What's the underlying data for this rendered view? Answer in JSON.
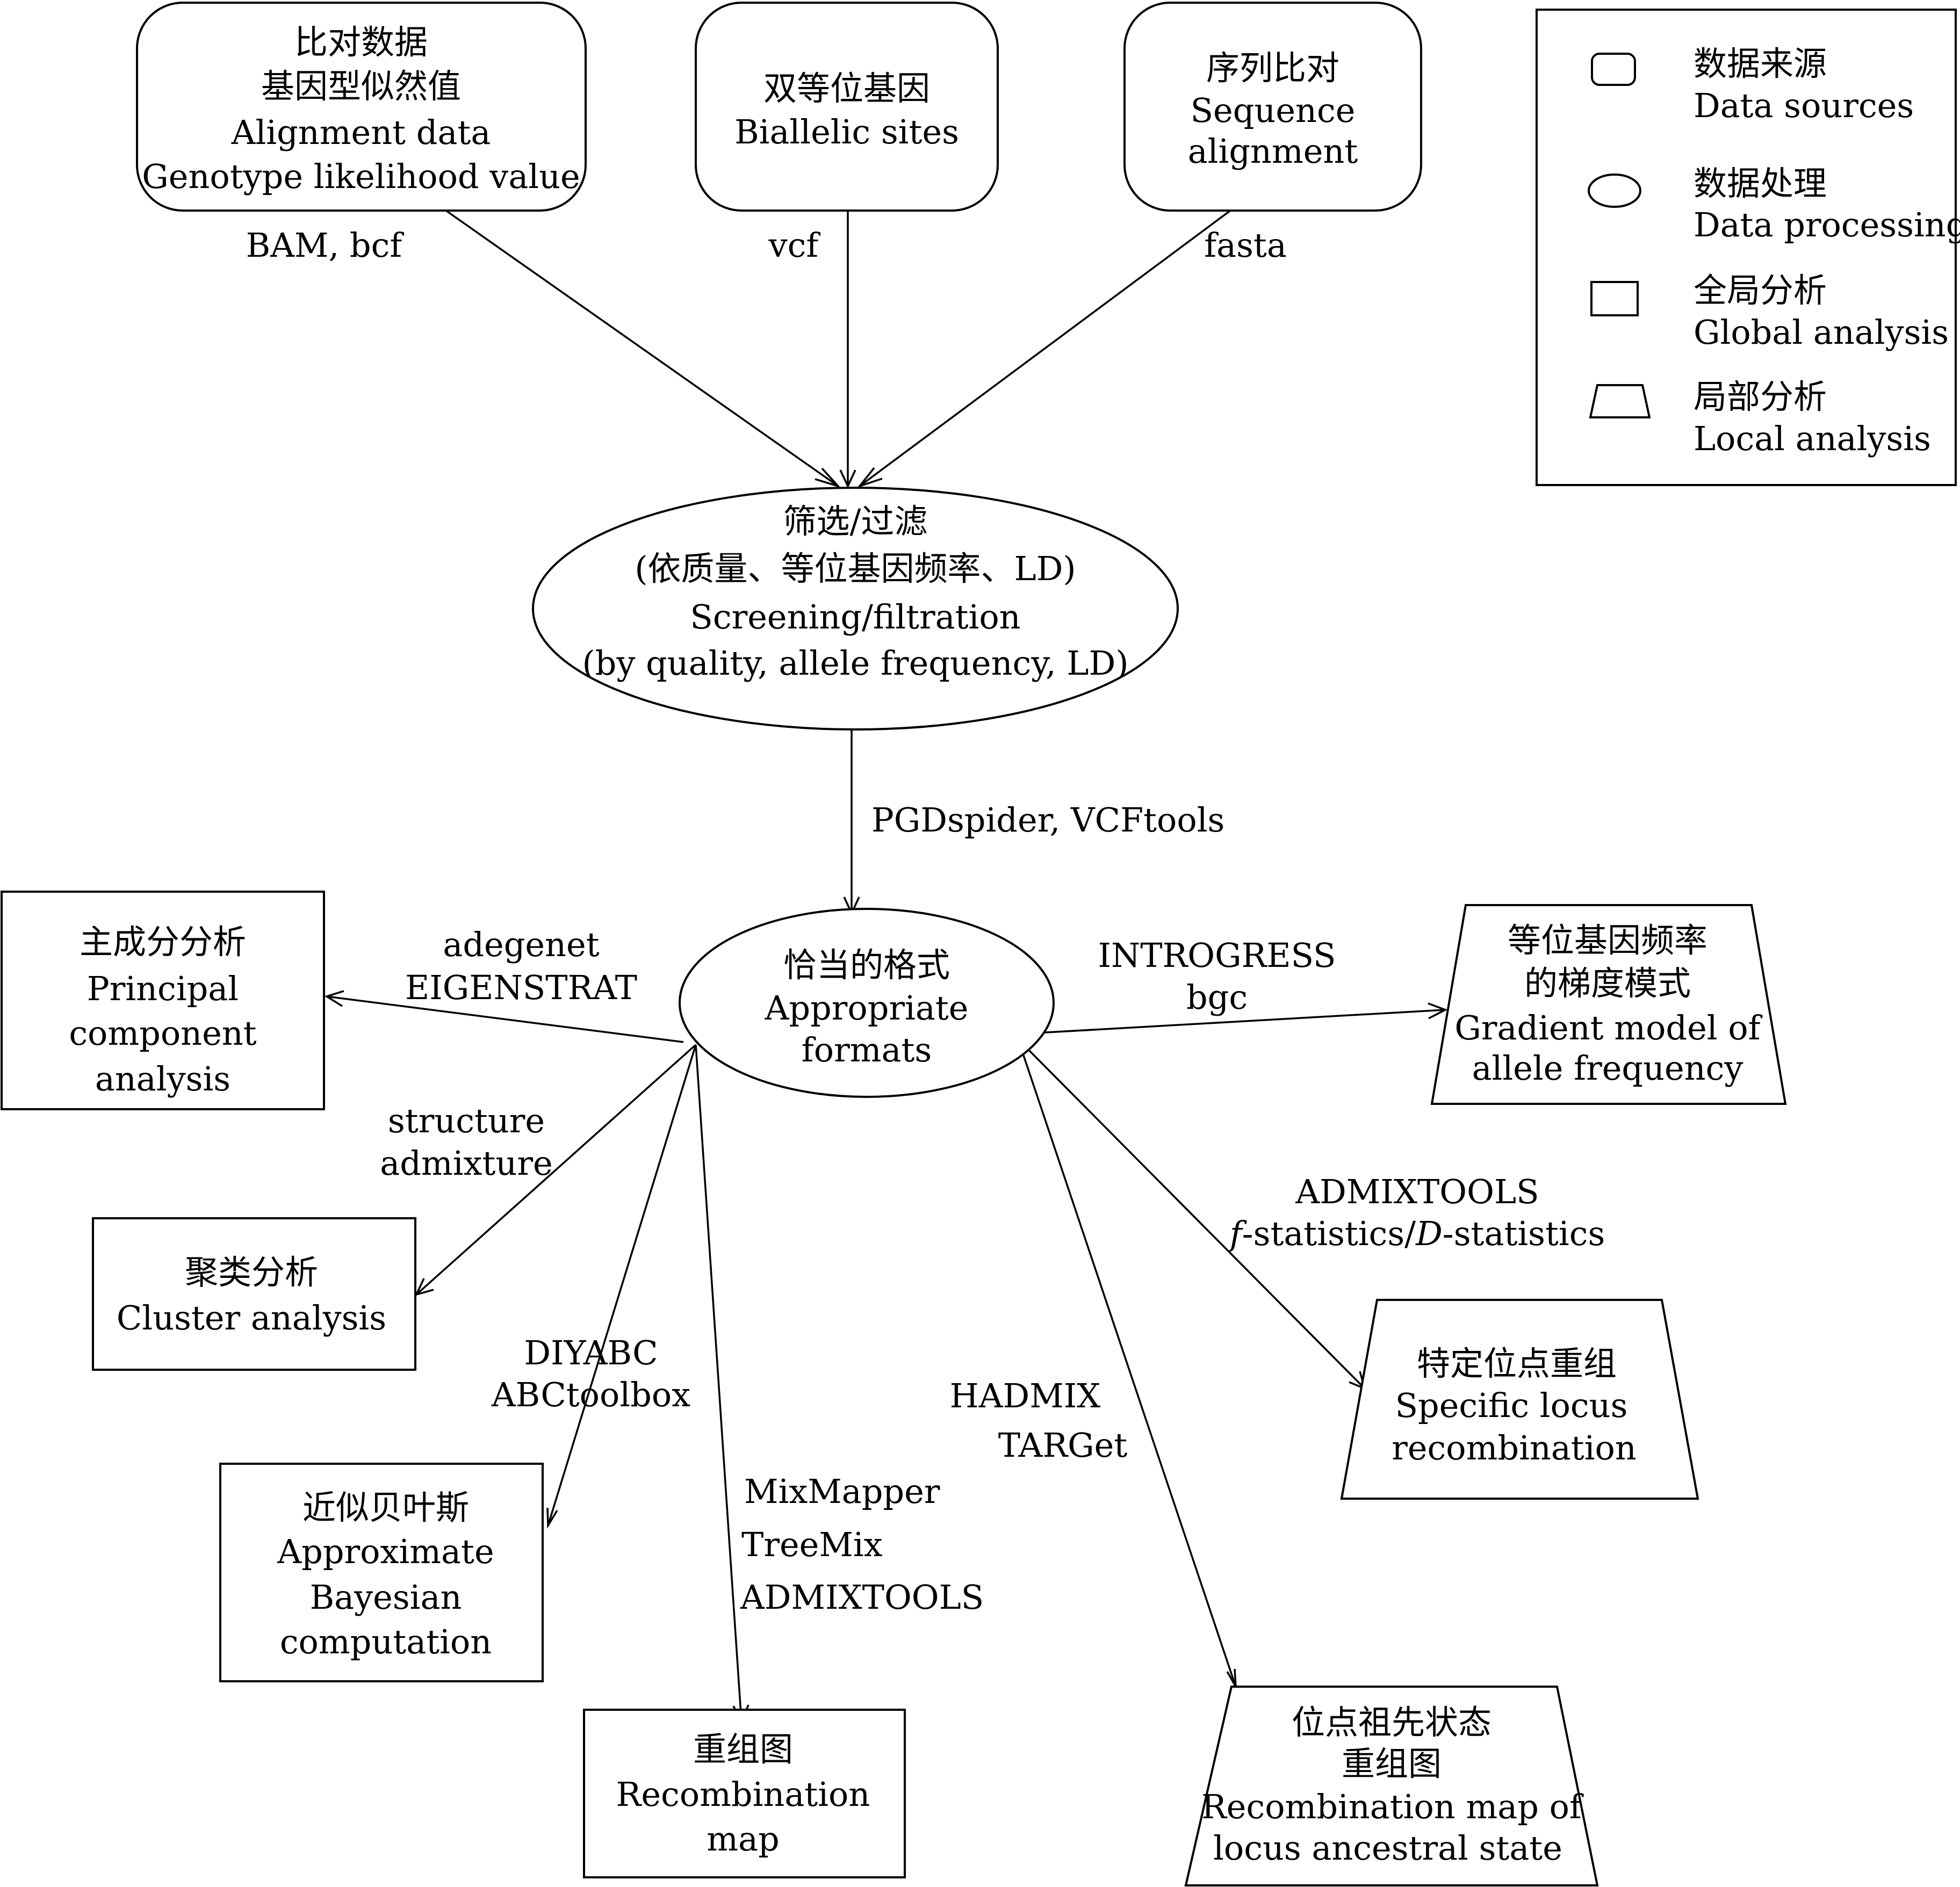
{
  "legend": {
    "items": [
      {
        "shape": "rounded-rect",
        "zh": "数据来源",
        "en": "Data sources"
      },
      {
        "shape": "ellipse",
        "zh": "数据处理",
        "en": "Data processing"
      },
      {
        "shape": "rect",
        "zh": "全局分析",
        "en": "Global analysis"
      },
      {
        "shape": "trapezoid",
        "zh": "局部分析",
        "en": "Local analysis"
      }
    ]
  },
  "nodes": {
    "alignment_data": {
      "lines": [
        "比对数据",
        "基因型似然值",
        "Alignment data",
        "Genotype likelihood value"
      ]
    },
    "biallelic_sites": {
      "lines": [
        "双等位基因",
        "Biallelic sites"
      ]
    },
    "sequence_alignment": {
      "lines": [
        "序列比对",
        "Sequence",
        "alignment"
      ]
    },
    "screening": {
      "lines": [
        "筛选/过滤",
        "(依质量、等位基因频率、LD)",
        "Screening/filtration",
        "(by quality, allele frequency, LD)"
      ]
    },
    "appropriate_formats": {
      "lines": [
        "恰当的格式",
        "Appropriate",
        "formats"
      ]
    },
    "pca": {
      "lines": [
        "主成分分析",
        "Principal",
        "component",
        "analysis"
      ]
    },
    "cluster": {
      "lines": [
        "聚类分析",
        "Cluster analysis"
      ]
    },
    "abc": {
      "lines": [
        "近似贝叶斯",
        "Approximate",
        "Bayesian",
        "computation"
      ]
    },
    "recombination_map": {
      "lines": [
        "重组图",
        "Recombination",
        "map"
      ]
    },
    "gradient_model": {
      "lines": [
        "等位基因频率",
        "的梯度模式",
        "Gradient model of",
        "allele frequency"
      ]
    },
    "specific_locus": {
      "lines": [
        "特定位点重组",
        "Specific locus",
        "recombination"
      ]
    },
    "ancestral_state": {
      "lines": [
        "位点祖先状态",
        "重组图",
        "Recombination map of",
        "locus ancestral state"
      ]
    }
  },
  "edge_labels": {
    "bam": "BAM, bcf",
    "vcf": "vcf",
    "fasta": "fasta",
    "pgdspider": "PGDspider, VCFtools",
    "pca_tools": [
      "adegenet",
      "EIGENSTRAT"
    ],
    "cluster_tools": [
      "structure",
      "admixture"
    ],
    "abc_tools": [
      "DIYABC",
      "ABCtoolbox"
    ],
    "recomb_tools": [
      "MixMapper",
      "TreeMix",
      "ADMIXTOOLS"
    ],
    "ancestral_tools": [
      "HADMIX",
      "TARGet"
    ],
    "locus_tools_line1": "ADMIXTOOLS",
    "locus_tools_f": "f",
    "locus_tools_mid": "-statistics/",
    "locus_tools_d": "D",
    "locus_tools_end": "-statistics",
    "gradient_tools": [
      "INTROGRESS",
      "bgc"
    ]
  }
}
